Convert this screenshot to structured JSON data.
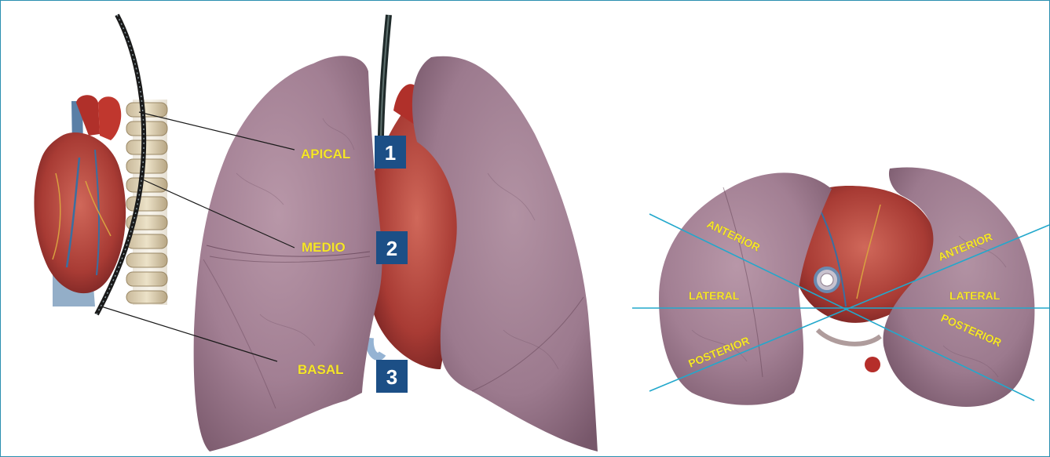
{
  "colors": {
    "label_yellow": "#f5e629",
    "badge_blue": "#1c4f86",
    "guide_cyan": "#22a8cc",
    "lung_pink": "#a88597",
    "heart_red": "#b8433a",
    "frame_border": "#2a8fb0"
  },
  "frontal_view": {
    "labels": {
      "apical": "APICAL",
      "medio": "MEDIO",
      "basal": "BASAL"
    },
    "badges": {
      "one": "1",
      "two": "2",
      "three": "3"
    }
  },
  "transverse_view": {
    "left_lung": {
      "anterior": "ANTERIOR",
      "lateral": "LATERAL",
      "posterior": "POSTERIOR"
    },
    "right_lung": {
      "anterior": "ANTERIOR",
      "lateral": "LATERAL",
      "posterior": "POSTERIOR"
    }
  }
}
